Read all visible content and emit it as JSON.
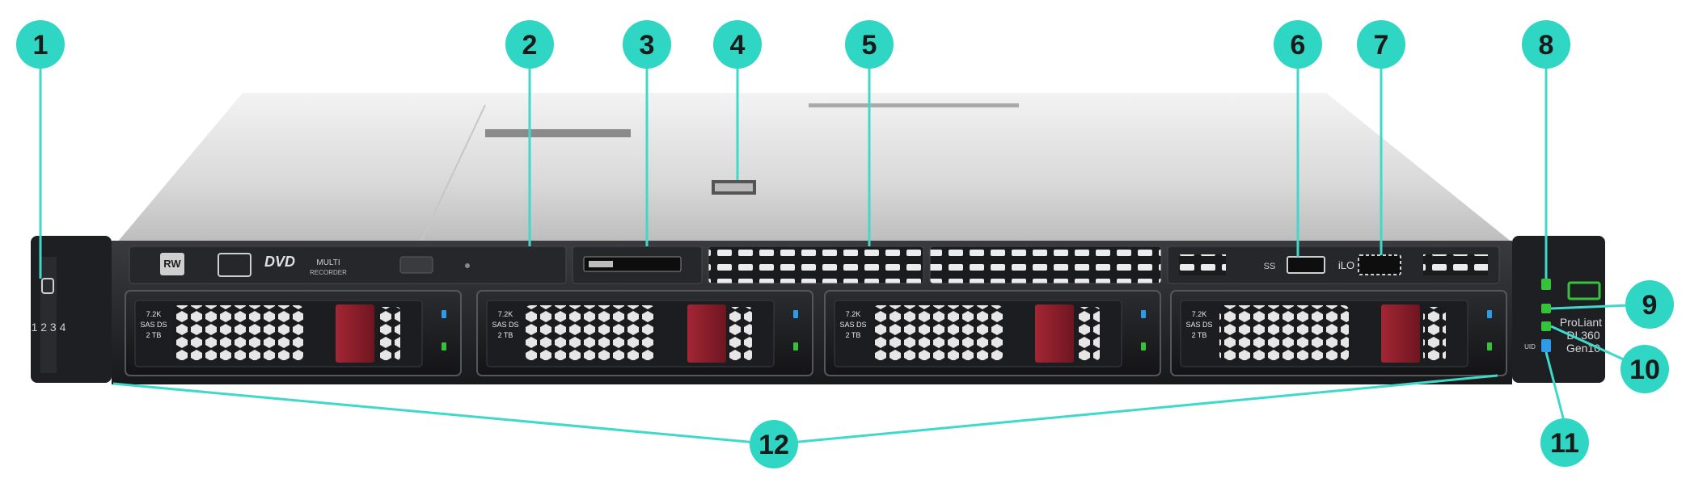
{
  "callouts": [
    {
      "id": 1,
      "label": "1"
    },
    {
      "id": 2,
      "label": "2"
    },
    {
      "id": 3,
      "label": "3"
    },
    {
      "id": 4,
      "label": "4"
    },
    {
      "id": 5,
      "label": "5"
    },
    {
      "id": 6,
      "label": "6"
    },
    {
      "id": 7,
      "label": "7"
    },
    {
      "id": 8,
      "label": "8"
    },
    {
      "id": 9,
      "label": "9"
    },
    {
      "id": 10,
      "label": "10"
    },
    {
      "id": 11,
      "label": "11"
    },
    {
      "id": 12,
      "label": "12"
    }
  ],
  "optical_drive": {
    "rw_badge": "RW",
    "dvd_logo": "DVD",
    "multi_text": "MULTI",
    "recorder_text": "RECORDER"
  },
  "drive_labels": [
    "7.2K",
    "SAS DS",
    "2 TB"
  ],
  "usb_port_label": "SS",
  "ilo_port_label": "iLO",
  "bay_numbers": "1 2 3 4",
  "brand": {
    "line1": "ProLiant",
    "line2": "DL360",
    "line3": "Gen10"
  },
  "uid_label": "UID",
  "colors": {
    "callout": "#2fd6c4",
    "release_lever": "#8e1f2a",
    "led_green": "#36c23a",
    "led_blue": "#2e9be6",
    "chassis_dark": "#1e1f22"
  }
}
